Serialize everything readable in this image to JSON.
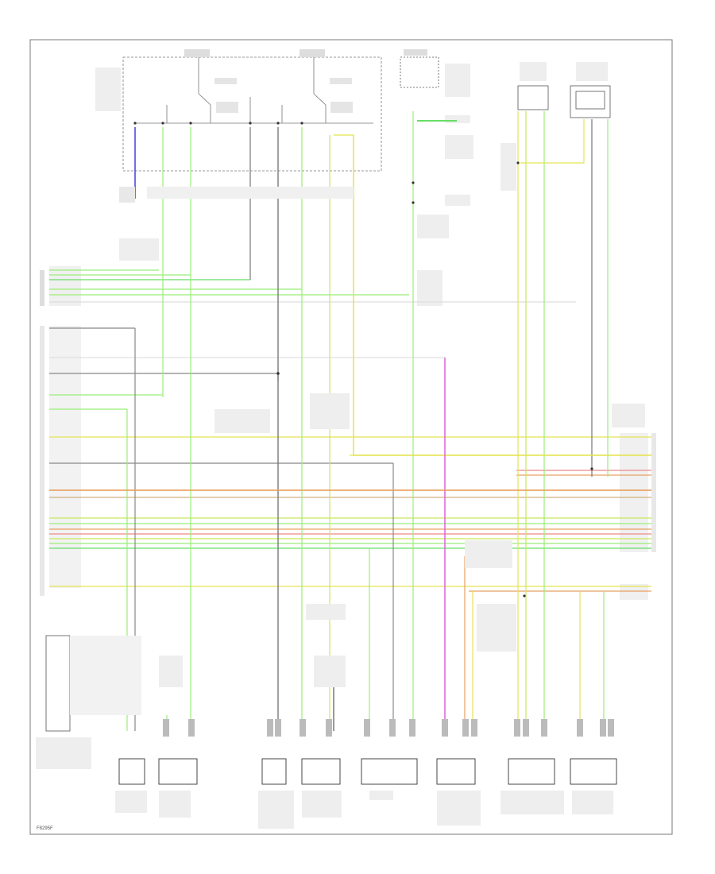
{
  "figure_id": "F8295F",
  "colors": {
    "frame": "#7a7a7a",
    "wire_green": "#66dd66",
    "wire_lightgreen": "#99ee77",
    "wire_yellow": "#e4e455",
    "wire_yelgreen": "#c8e85a",
    "wire_gray": "#777777",
    "wire_violet": "#dd66dd",
    "wire_blue": "#5555dd",
    "wire_orange": "#e8a060",
    "wire_tan": "#d4b07a",
    "wire_pink": "#ee8888",
    "component": "#333333"
  },
  "wires": [
    {
      "name": "wire-green-1",
      "color": "green"
    },
    {
      "name": "wire-yellow-1",
      "color": "yellow"
    },
    {
      "name": "wire-violet-1",
      "color": "violet"
    },
    {
      "name": "wire-blue-1",
      "color": "blue"
    },
    {
      "name": "wire-gray-1",
      "color": "gray"
    },
    {
      "name": "wire-orange-1",
      "color": "orange"
    }
  ]
}
